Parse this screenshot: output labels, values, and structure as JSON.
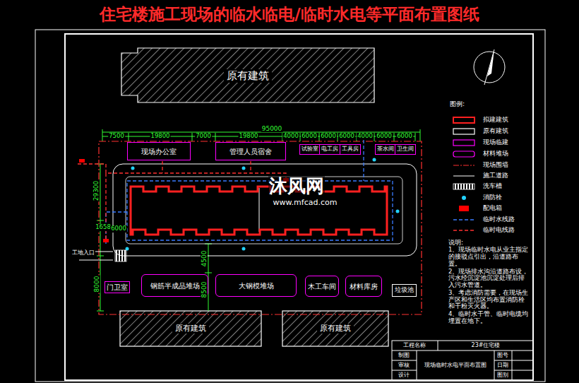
{
  "diagram": {
    "title": "住宅楼施工现场的临水临电/临时水电等平面布置图纸",
    "nodes": [
      {
        "text": [
          "原有建筑"
        ]
      },
      {
        "text": [
          "现场办公室"
        ]
      },
      {
        "text": [
          "管理人员宿舍"
        ]
      },
      {
        "text": [
          "试验室"
        ]
      },
      {
        "text": [
          "电工房"
        ]
      },
      {
        "text": [
          "工具房"
        ]
      },
      {
        "text": [
          "茶水间"
        ]
      },
      {
        "text": [
          "卫生间"
        ]
      },
      {
        "text": [
          "门卫室"
        ]
      },
      {
        "text": [
          "钢筋半成品堆场"
        ]
      },
      {
        "text": [
          "大钢模堆场"
        ]
      },
      {
        "text": [
          "木工车间"
        ]
      },
      {
        "text": [
          "材料库房"
        ]
      },
      {
        "text": [
          "垃圾池"
        ]
      },
      {
        "text": [
          "原有建筑"
        ]
      },
      {
        "text": [
          "原有建筑"
        ]
      }
    ],
    "labels": [
      "95000",
      "7500",
      "19800",
      "7000",
      "19800",
      "4000",
      "6000",
      "6000",
      "6000",
      "4000",
      "6000",
      "6000",
      "29300",
      "1658",
      "6000",
      "8000",
      "8500",
      "4500",
      "工地入口",
      "图例:",
      "说明:",
      "1、现场临时水电从业主指定的接驳点引出，沿道路布置。",
      "2、现场排水沟沿道路布设，污水经沉淀池沉淀处理后排入污水管道。",
      "3、考虑消防需要，在现场生产区和生活区均布置消防栓和干粉灭火器。",
      "4、临时水干管、临时电缆均埋置在地下。",
      "工程名称",
      "23#住宅楼",
      "制图",
      "审核",
      "设计",
      "现场临时水电平面布置图",
      "图号",
      "日期",
      "图别",
      "沐风网",
      "www.mfcad.com"
    ],
    "legend": [
      {
        "text": "拟建建筑"
      },
      {
        "text": "原有建筑"
      },
      {
        "text": "现场临建"
      },
      {
        "text": "材料堆场"
      },
      {
        "text": "现场围墙"
      },
      {
        "text": "施工道路"
      },
      {
        "text": "洗车槽"
      },
      {
        "text": "消防栓"
      },
      {
        "text": "配电箱",
        "color": "#ff0000"
      },
      {
        "text": "临时水线路"
      },
      {
        "text": "临时电线路"
      }
    ]
  }
}
